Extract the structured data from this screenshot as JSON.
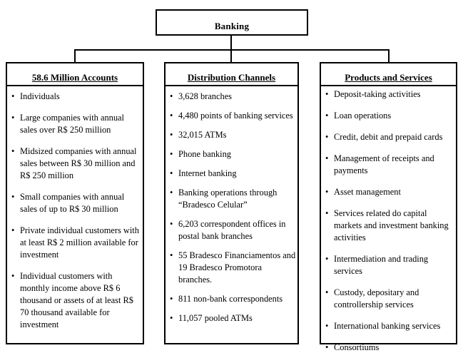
{
  "root": {
    "label": "Banking"
  },
  "columns": [
    {
      "header": "58.6 Million Accounts",
      "items": [
        "Individuals",
        "Large companies with annual sales over R$ 250 million",
        "Midsized companies with annual sales between R$ 30 million and R$ 250 million",
        "Small companies with annual sales of up to R$ 30 million",
        "Private individual customers with at least R$ 2 million available for investment",
        "Individual customers with monthly income above R$ 6 thousand or assets of at least R$ 70 thousand available for investment"
      ]
    },
    {
      "header": "Distribution Channels",
      "items": [
        "3,628 branches",
        "4,480 points of banking services",
        "32,015 ATMs",
        "Phone banking",
        "Internet banking",
        "Banking operations through “Bradesco Celular”",
        "6,203 correspondent offices in postal bank branches",
        "55 Bradesco Financiamentos and 19 Bradesco Promotora branches.",
        "811 non-bank correspondents",
        "11,057 pooled ATMs"
      ]
    },
    {
      "header": "Products and Services",
      "items": [
        "Deposit-taking activities",
        "Loan operations",
        "Credit, debit and prepaid cards",
        "Management of receipts  and payments",
        "Asset management",
        "Services related do capital markets and investment banking activities",
        "Intermediation and trading services",
        "Custody, depositary and controllership services",
        "International banking services",
        "Consortiums"
      ]
    }
  ],
  "colors": {
    "line": "#000000",
    "background": "#ffffff",
    "text": "#000000"
  }
}
